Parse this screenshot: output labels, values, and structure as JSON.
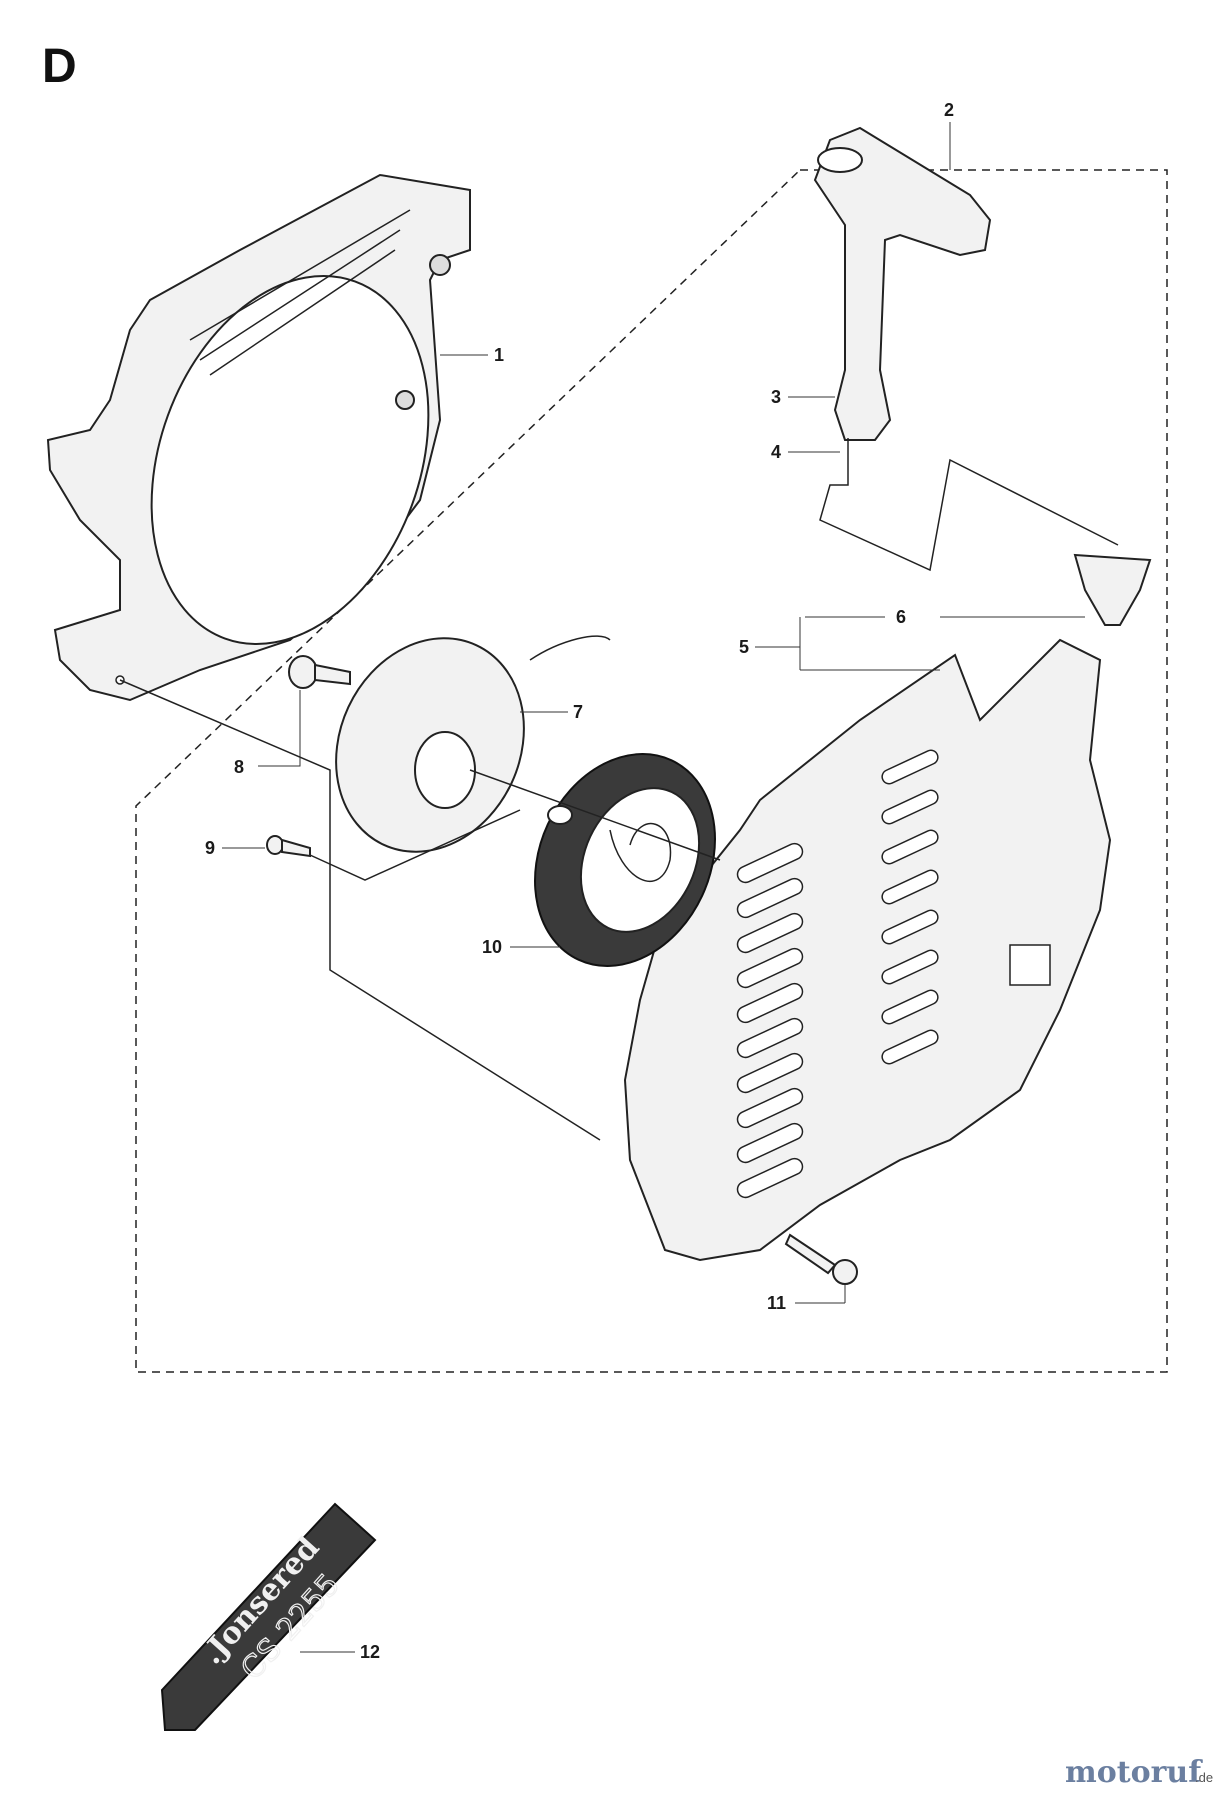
{
  "section": "D",
  "callouts": [
    "1",
    "2",
    "3",
    "4",
    "5",
    "6",
    "7",
    "8",
    "9",
    "10",
    "11",
    "12"
  ],
  "decal": {
    "brand": ".Jonsered",
    "model": "CS 2255"
  },
  "watermark": {
    "name": "motoruf",
    "tld": ".de"
  },
  "colors": {
    "line": "#222222",
    "part_fill": "#f2f2f2",
    "decal": "#3a3a3a"
  }
}
